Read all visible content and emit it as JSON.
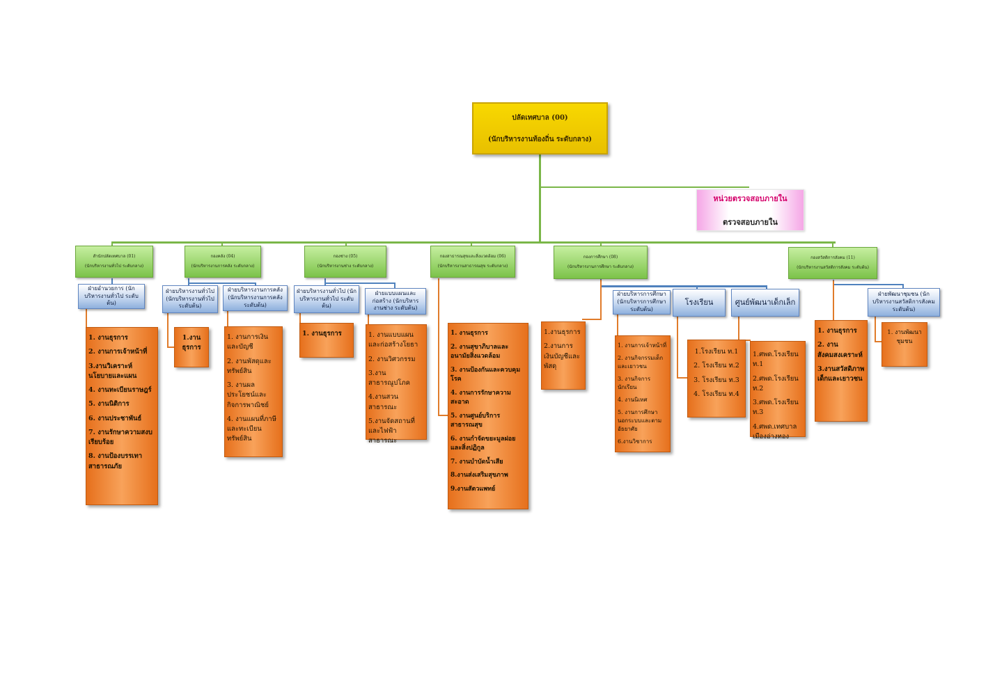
{
  "top": {
    "title": "ปลัดเทศบาล (00)",
    "subtitle": "(นักบริหารงานท้องถิ่น ระดับกลาง)"
  },
  "audit": {
    "title": "หน่วยตรวจสอบภายใน",
    "subtitle": "ตรวจสอบภายใน"
  },
  "departments": [
    {
      "title": "สำนักปลัดเทศบาล (01)",
      "subtitle": "(นักบริหารงานทั่วไป ระดับกลาง)"
    },
    {
      "title": "กองคลัง (04)",
      "subtitle": "(นักบริหารงานการคลัง ระดับกลาง)"
    },
    {
      "title": "กองช่าง (05)",
      "subtitle": "(นักบริหารงานช่าง ระดับกลาง)"
    },
    {
      "title": "กองสาธารณสุขและสิ่งแวดล้อม (06)",
      "subtitle": "(นักบริหารงานสาธารณสุข ระดับกลาง)"
    },
    {
      "title": "กองการศึกษา (08)",
      "subtitle": "(นักบริหารงานการศึกษา ระดับกลาง)"
    },
    {
      "title": "กองสวัสดิการสังคม (11)",
      "subtitle": "(นักบริหารงานสวัสดิการสังคม ระดับต้น)"
    }
  ],
  "divisions": {
    "d1": "ฝ่ายอำนวยการ (นักบริหารงานทั่วไป ระดับต้น)",
    "d2": "ฝ่ายบริหารงานทั่วไป (นักบริหารงานทั่วไป ระดับต้น)",
    "d3": "ฝ่ายบริหารงานการคลัง (นักบริหารงานการคลัง ระดับต้น)",
    "d4": "ฝ่ายบริหารงานทั่วไป (นักบริหารงานทั่วไป ระดับต้น)",
    "d5": "ฝ่ายแบบแผนและก่อสร้าง (นักบริหารงานช่าง ระดับต้น)",
    "d6": "ฝ่ายบริหารการศึกษา (นักบริหารการศึกษา ระดับต้น)",
    "d7": "โรงเรียน",
    "d8": "ศูนย์พัฒนาเด็กเล็ก",
    "d9": "ฝ่ายพัฒนาชุมชน (นักบริหารงานสวัสดิการสังคม ระดับต้น)"
  },
  "tasks": {
    "t1": [
      "1. งานธุรการ",
      "2. งานการเจ้าหน้าที่",
      "3.งานวิเคราะห์นโยบายและแผน",
      "4. งานทะเบียนราษฎร์",
      "5. งานนิติการ",
      "6. งานประชาพันธ์",
      "7. งานรักษาความสงบเรียบร้อย",
      "8. งานป้องบรรเทาสาธารณภัย"
    ],
    "t2": [
      "1.งานธุรการ"
    ],
    "t3": [
      "1. งานการเงินและบัญชี",
      "2. งานพัสดุและทรัพย์สิน",
      "3. งานผลประโยชน์และกิจการพาณิชย์",
      "4. งานแผนที่ภาษีและทะเบียนทรัพย์สิน"
    ],
    "t4": [
      "1. งานธุรการ"
    ],
    "t5": [
      "1. งานแบบแผนและก่อสร้างโยธา",
      "2. งานวิศวกรรม",
      "3.งานสาธารณูปโภค",
      "4.งานสวนสาธารณะ",
      "5.งานจัดสถานที่และไฟฟ้าสาธารณะ"
    ],
    "t6": [
      "1. งานธุรการ",
      "2. งานสุขาภิบาลและอนามัยสิ่งแวดล้อม",
      "3. งานป้องกันและควบคุมโรค",
      "4. งานการรักษาความสะอาด",
      "5. งานศูนย์บริการสาธารณสุข",
      "6. งานกำจัดขยะมูลฝอยและสิ่งปฏิกูล",
      "7. งานบำบัดน้ำเสีย",
      "8.งานส่งเสริมสุขภาพ",
      "9.งานสัตวแพทย์"
    ],
    "t7": [
      "1.งานธุรการ",
      "2.งานการเงินบัญชีและพัสดุ"
    ],
    "t8": [
      "1. งานการเจ้าหน้าที่",
      "2. งานกิจกรรมเด็กและเยาวชน",
      "3. งานกิจการนักเรียน",
      "4. งานนิเทศ",
      "5. งานการศึกษานอกระบบและตามอัธยาศัย",
      "6.งานวิชาการ"
    ],
    "t9": [
      "1.โรงเรียน ท.1",
      "2. โรงเรียน ท.2",
      "3. โรงเรียน ท.3",
      "4. โรงเรียน ท.4"
    ],
    "t10": [
      "1.ศพด.โรงเรียน ท.1",
      "2.ศพด.โรงเรียน ท.2",
      "3.ศพด.โรงเรียน ท.3",
      "4.ศพด.เทศบาลเมืองอ่างทอง"
    ],
    "t11": [
      "1. งานธุรการ",
      "2. งานสังคมสงเคราะห์",
      "3.งานสวัสดิภาพเด็กและเยาวชน"
    ],
    "t12": [
      "1. งานพัฒนาชุมชน"
    ]
  }
}
